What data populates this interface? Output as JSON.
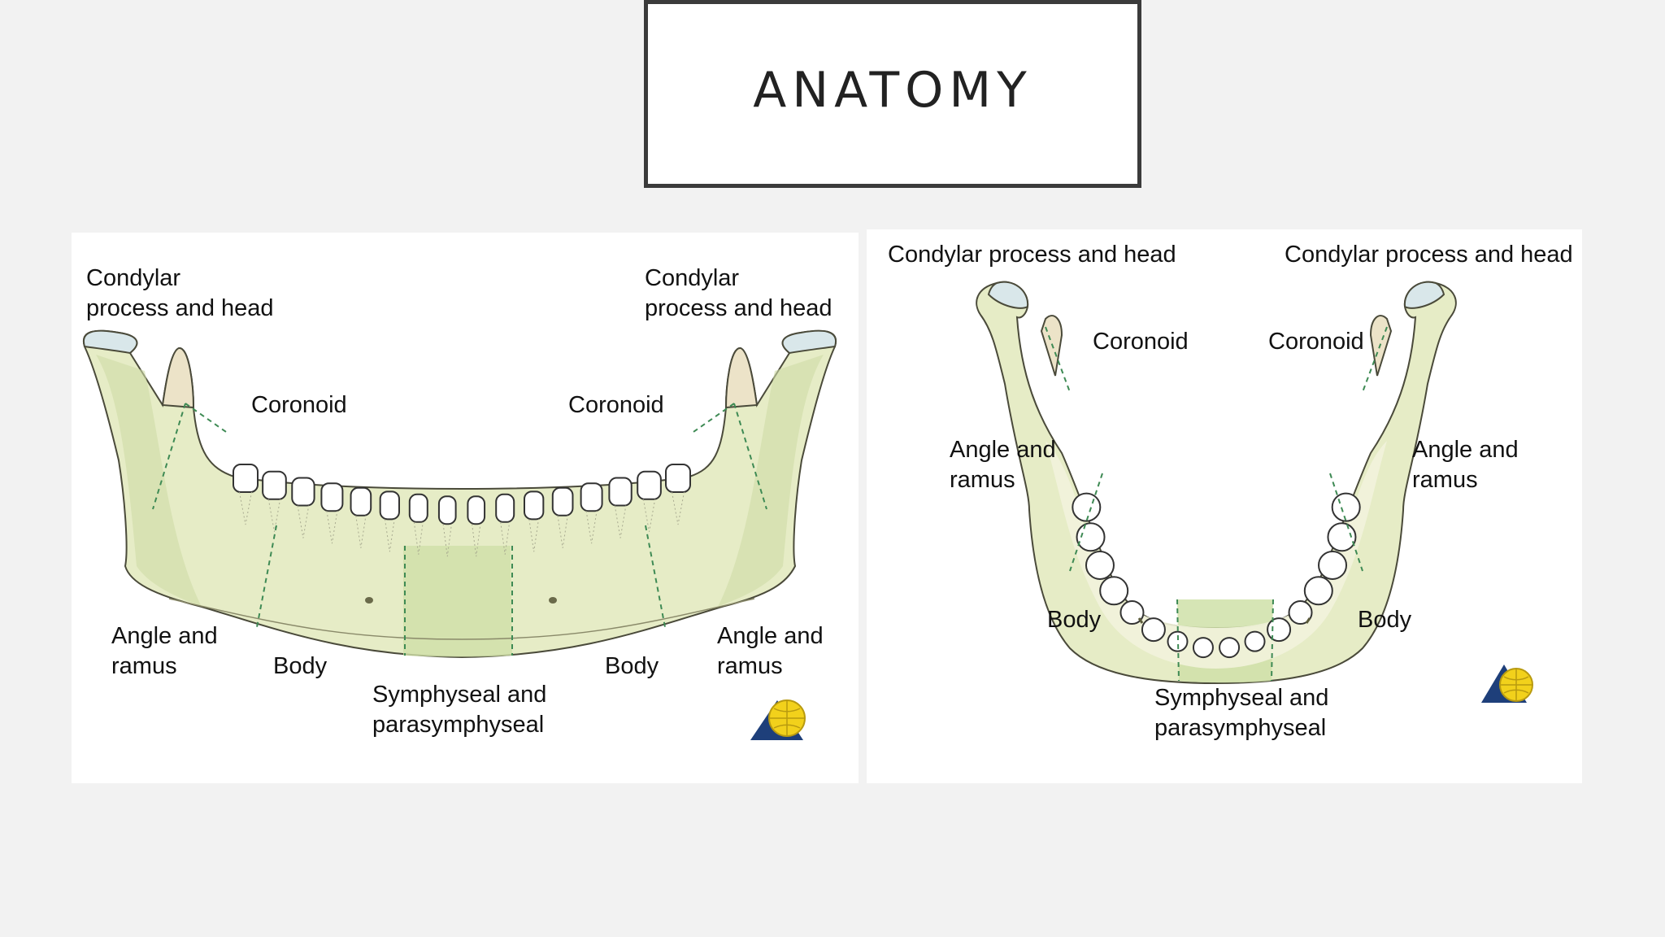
{
  "title": "ANATOMY",
  "front_view": {
    "labels": {
      "condylar_left": "Condylar\nprocess and head",
      "condylar_right": "Condylar\nprocess and head",
      "coronoid_left": "Coronoid",
      "coronoid_right": "Coronoid",
      "angle_left": "Angle and\nramus",
      "angle_right": "Angle and\nramus",
      "body_left": "Body",
      "body_right": "Body",
      "symphyseal": "Symphyseal and\nparasymphyseal"
    }
  },
  "top_view": {
    "labels": {
      "condylar_left": "Condylar process and head",
      "condylar_right": "Condylar process and head",
      "coronoid_left": "Coronoid",
      "coronoid_right": "Coronoid",
      "angle_left": "Angle and\nramus",
      "angle_right": "Angle and\nramus",
      "body_left": "Body",
      "body_right": "Body",
      "symphyseal": "Symphyseal and\nparasymphyseal"
    }
  },
  "colors": {
    "bone": "#e6ecc6",
    "bone_shade": "#cfdca6",
    "symphysis": "#cfe0a8",
    "condyle": "#d9e7ea",
    "coronoid": "#ece3c8",
    "outline": "#4a4a3a",
    "fracture_line": "#3e8a54",
    "logo_blue": "#1e3f7a",
    "logo_yellow": "#f2d11b"
  }
}
